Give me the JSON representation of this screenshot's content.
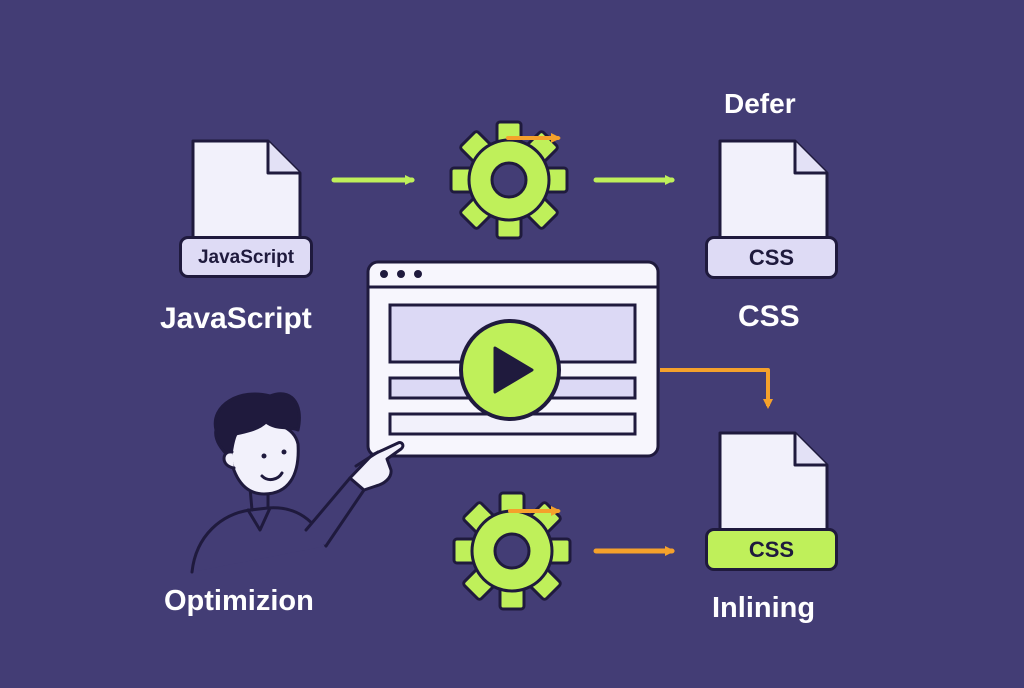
{
  "labels": {
    "javascript": "JavaScript",
    "defer": "Defer",
    "css": "CSS",
    "optimization": "Optimizion",
    "inlining": "Inlining"
  },
  "file_tags": {
    "javascript": "JavaScript",
    "css_defer": "CSS",
    "css_inline": "CSS"
  },
  "icons": {
    "file": "document-icon",
    "gear": "gear-icon",
    "play": "play-icon",
    "person": "person-pointing-icon",
    "arrow": "arrow-right-icon"
  },
  "colors": {
    "background": "#433d75",
    "paper": "#f2f1fb",
    "outline": "#1f1a3d",
    "lime": "#bff05a",
    "orange": "#f5a12b",
    "tag_lavender": "#dedbf5",
    "window_bar": "#dcd9f5"
  }
}
